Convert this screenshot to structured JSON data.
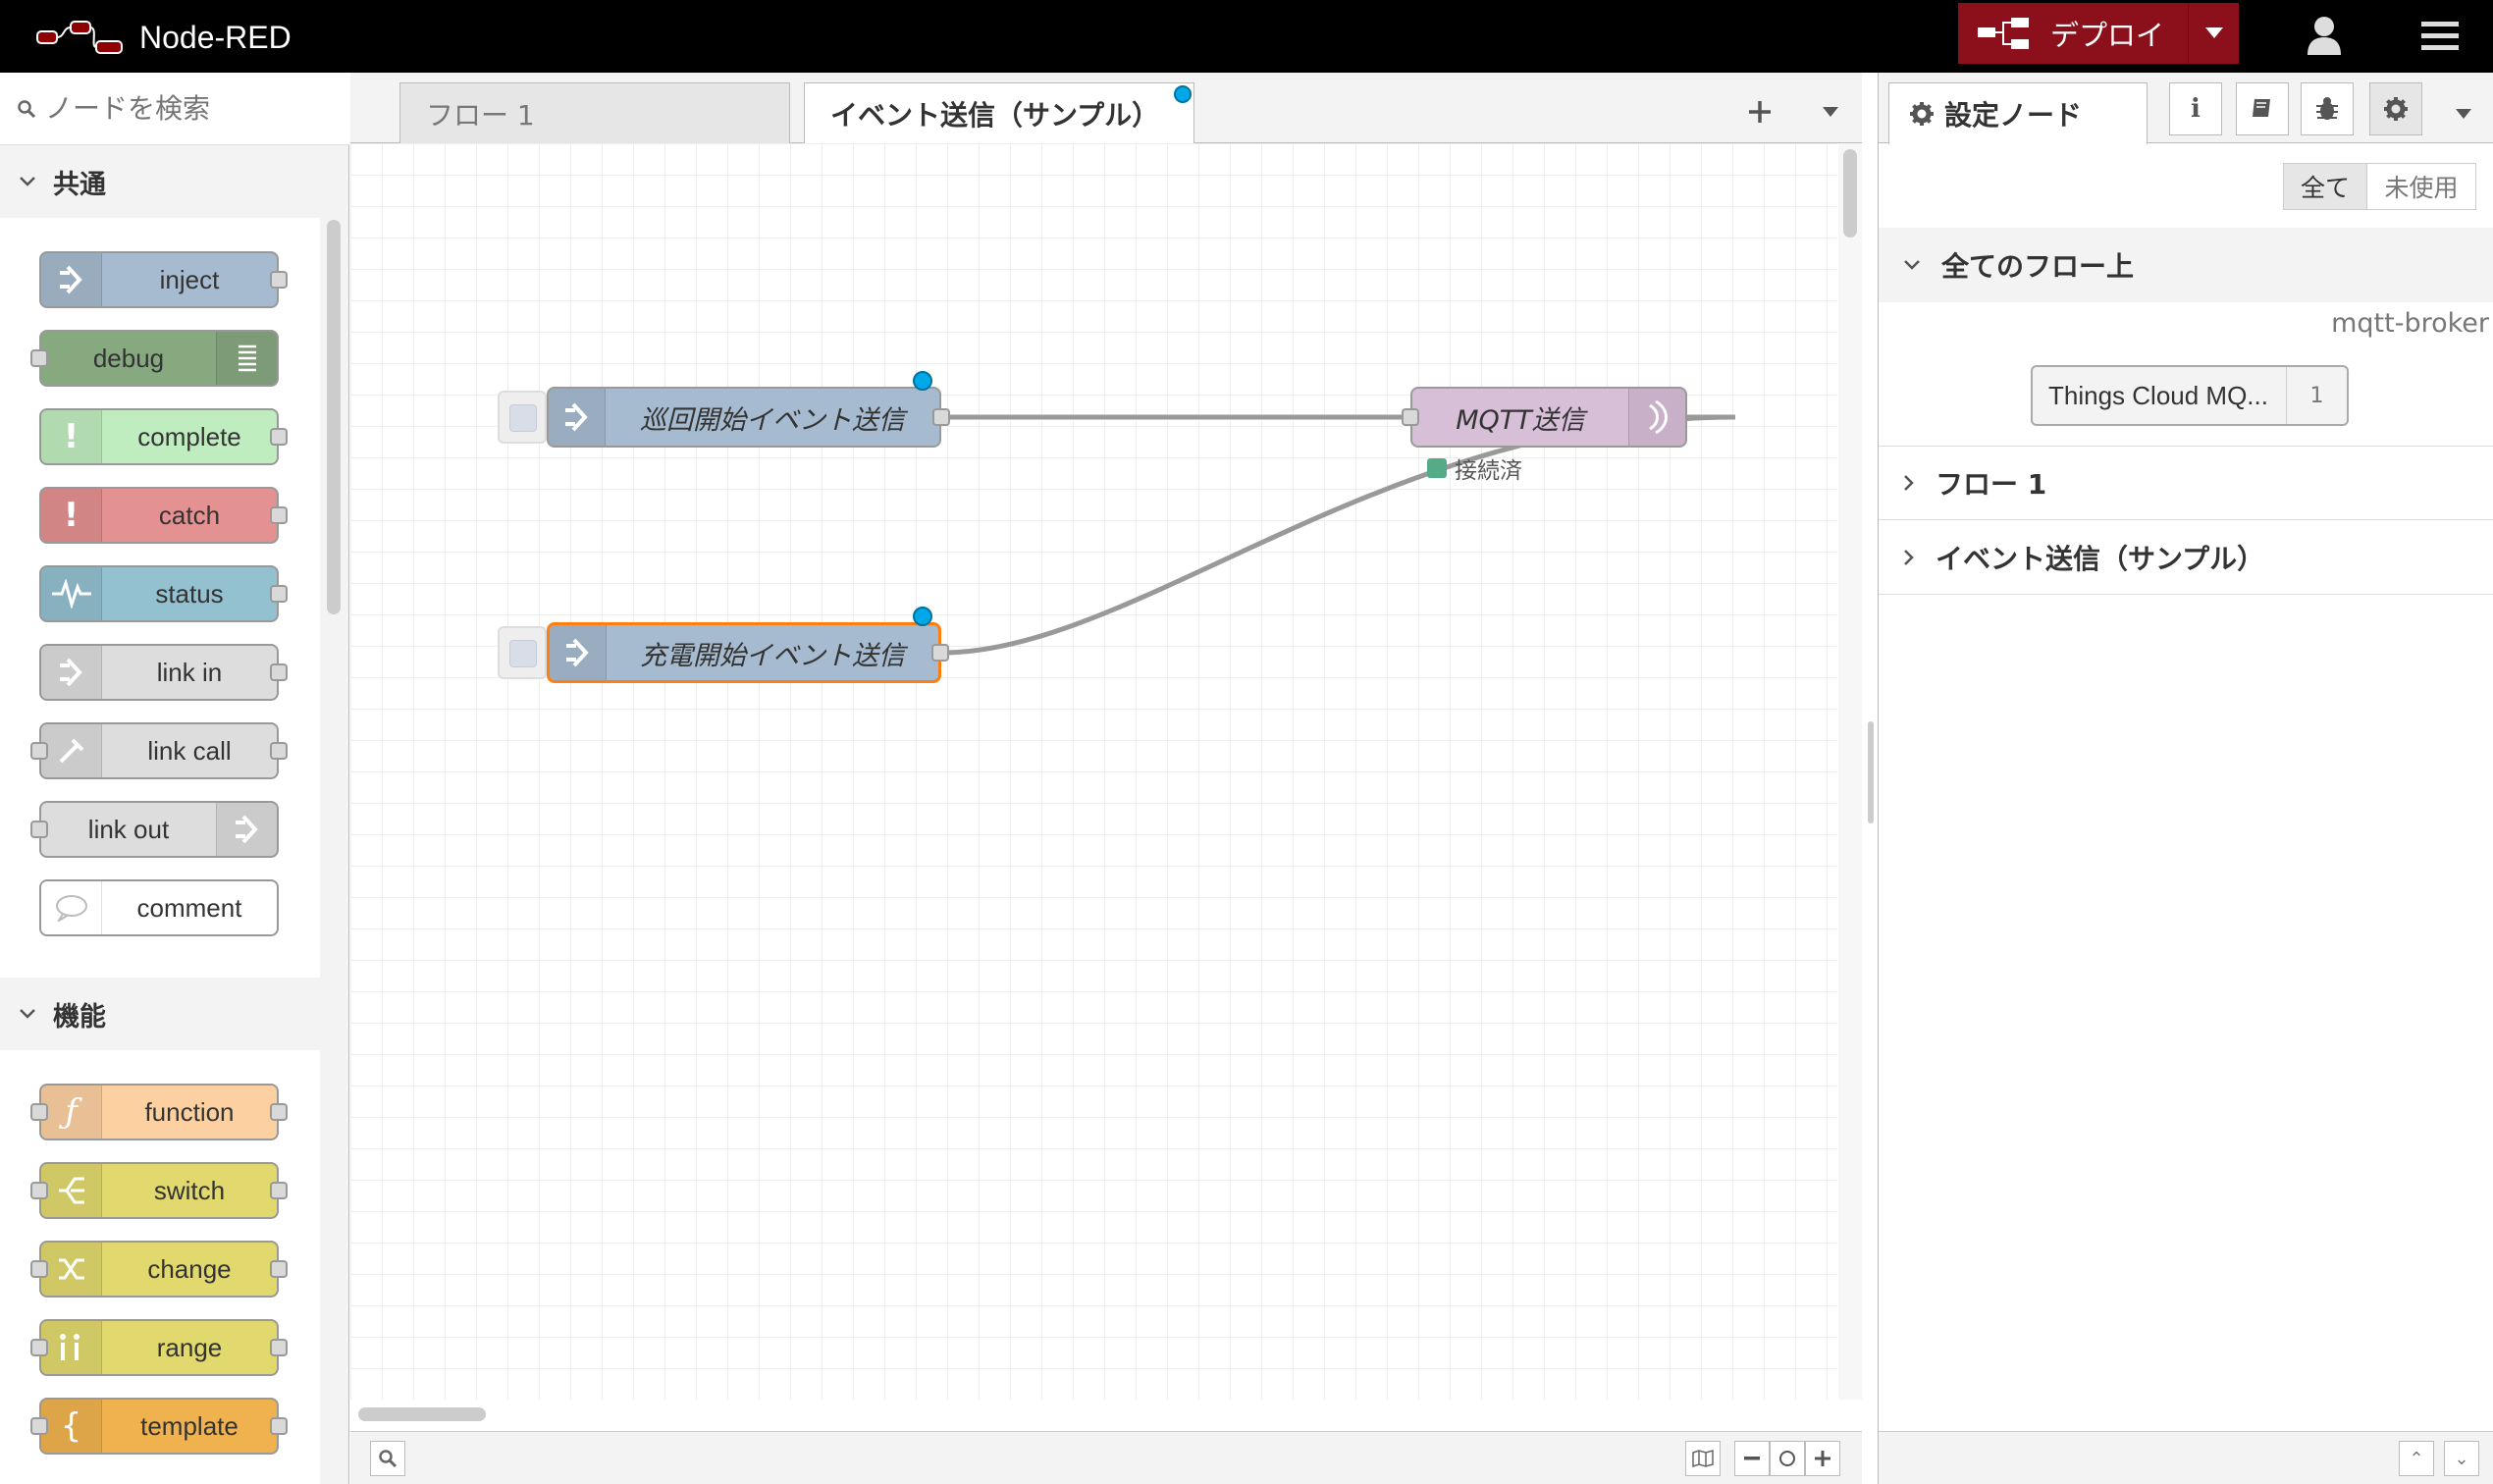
{
  "app": {
    "title": "Node-RED"
  },
  "header": {
    "deploy_label": "デプロイ",
    "user_icon": "user-icon",
    "menu_icon": "hamburger-menu-icon"
  },
  "palette": {
    "search_placeholder": "ノードを検索",
    "categories": [
      {
        "label": "共通",
        "nodes": [
          {
            "label": "inject",
            "color": "#a6bbcf",
            "icon": "arrow-in-icon"
          },
          {
            "label": "debug",
            "color": "#87a980",
            "icon": "list-icon"
          },
          {
            "label": "complete",
            "color": "#c0edc0",
            "icon": "exclamation-icon"
          },
          {
            "label": "catch",
            "color": "#e49191",
            "icon": "exclamation-icon"
          },
          {
            "label": "status",
            "color": "#94c1d0",
            "icon": "pulse-icon"
          },
          {
            "label": "link in",
            "color": "#dddddd",
            "icon": "link-in-icon"
          },
          {
            "label": "link call",
            "color": "#dddddd",
            "icon": "link-call-icon"
          },
          {
            "label": "link out",
            "color": "#dddddd",
            "icon": "link-out-icon"
          },
          {
            "label": "comment",
            "color": "#ffffff",
            "icon": "comment-icon"
          }
        ]
      },
      {
        "label": "機能",
        "nodes": [
          {
            "label": "function",
            "color": "#fdd0a2",
            "icon": "function-icon"
          },
          {
            "label": "switch",
            "color": "#e2d96e",
            "icon": "switch-icon"
          },
          {
            "label": "change",
            "color": "#e2d96e",
            "icon": "shuffle-icon"
          },
          {
            "label": "range",
            "color": "#e2d96e",
            "icon": "range-icon"
          },
          {
            "label": "template",
            "color": "#f0b24f",
            "icon": "template-icon"
          }
        ]
      }
    ]
  },
  "workspace": {
    "tabs": [
      {
        "label": "フロー 1",
        "active": false
      },
      {
        "label": "イベント送信（サンプル）",
        "active": true
      }
    ],
    "nodes": [
      {
        "id": "n1",
        "label": "巡回開始イベント送信",
        "type": "inject",
        "color": "#a6bbcf"
      },
      {
        "id": "n2",
        "label": "充電開始イベント送信",
        "type": "inject",
        "color": "#a6bbcf",
        "selected": true
      },
      {
        "id": "n3",
        "label": "MQTT送信",
        "type": "mqtt out",
        "color": "#d8bfd8",
        "status": "接続済",
        "status_color": "#5a8"
      }
    ],
    "wires": [
      [
        "n1",
        "n3"
      ],
      [
        "n2",
        "n3"
      ]
    ]
  },
  "sidebar": {
    "active_tab": "設定ノード",
    "filters": [
      "全て",
      "未使用"
    ],
    "sections": [
      {
        "label": "全てのフロー上",
        "expanded": true,
        "group_label": "mqtt-broker",
        "items": [
          {
            "label": "Things Cloud MQ...",
            "count": "1"
          }
        ]
      },
      {
        "label": "フロー 1",
        "expanded": false
      },
      {
        "label": "イベント送信（サンプル）",
        "expanded": false
      }
    ]
  }
}
